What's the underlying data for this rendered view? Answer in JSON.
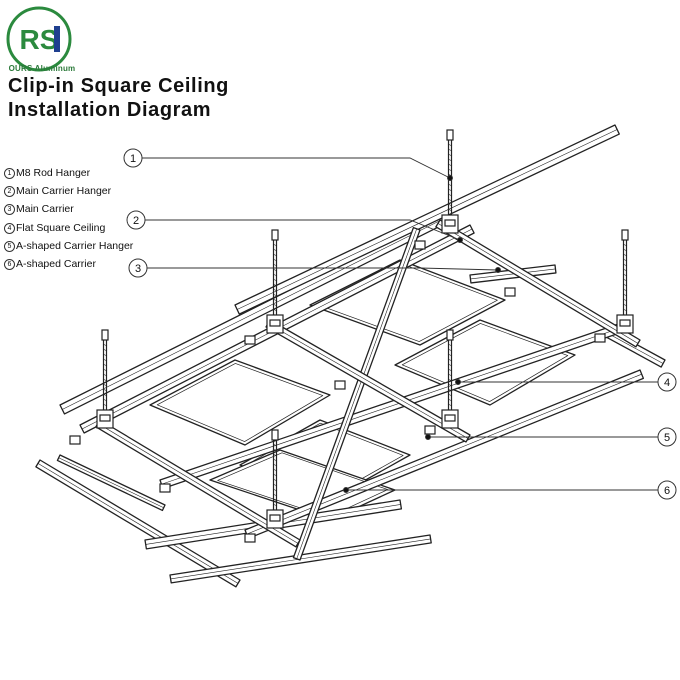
{
  "brand": {
    "logo_text": "RS",
    "name": "OURS Aluminum",
    "color": "#2b8a3e",
    "accent": "#1f3f8f"
  },
  "title_lines": [
    "Clip-in Square Ceiling",
    "Installation Diagram"
  ],
  "legend": [
    {
      "num": "1",
      "label": "M8 Rod Hanger"
    },
    {
      "num": "2",
      "label": "Main Carrier Hanger"
    },
    {
      "num": "3",
      "label": "Main Carrier"
    },
    {
      "num": "4",
      "label": "Flat Square Ceiling"
    },
    {
      "num": "5",
      "label": "A-shaped Carrier Hanger"
    },
    {
      "num": "6",
      "label": "A-shaped Carrier"
    }
  ],
  "callouts": [
    "1",
    "2",
    "3",
    "4",
    "5",
    "6"
  ]
}
